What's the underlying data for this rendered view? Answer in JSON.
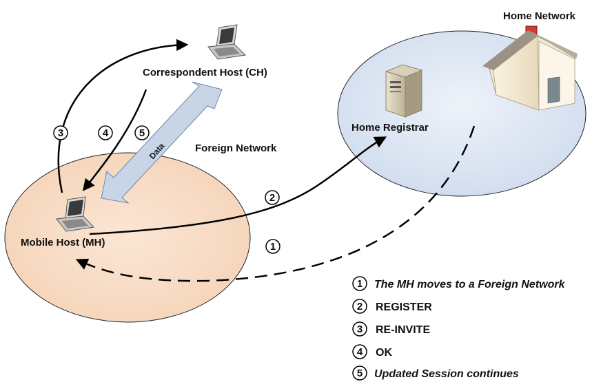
{
  "networks": {
    "home": {
      "label": "Home Network"
    },
    "foreign": {
      "label": "Foreign Network"
    }
  },
  "nodes": {
    "correspondent_host": {
      "label": "Correspondent Host (CH)"
    },
    "home_registrar": {
      "label": "Home Registrar"
    },
    "mobile_host": {
      "label": "Mobile Host (MH)"
    }
  },
  "data_arrow": {
    "label": "Data"
  },
  "step_markers": {
    "s1": "1",
    "s2": "2",
    "s3": "3",
    "s4": "4",
    "s5": "5"
  },
  "legend": [
    {
      "num": "1",
      "text": "The MH moves to a Foreign Network",
      "italic": true
    },
    {
      "num": "2",
      "text": "REGISTER",
      "italic": false
    },
    {
      "num": "3",
      "text": "RE-INVITE",
      "italic": false
    },
    {
      "num": "4",
      "text": "OK",
      "italic": false
    },
    {
      "num": "5",
      "text": "Updated Session continues",
      "italic": true
    }
  ],
  "colors": {
    "foreign_fill": "#f9dcc4",
    "home_fill": "#dde6f3",
    "data_arrow_fill": "#c7d5e7",
    "arrow_stroke": "#000000"
  }
}
